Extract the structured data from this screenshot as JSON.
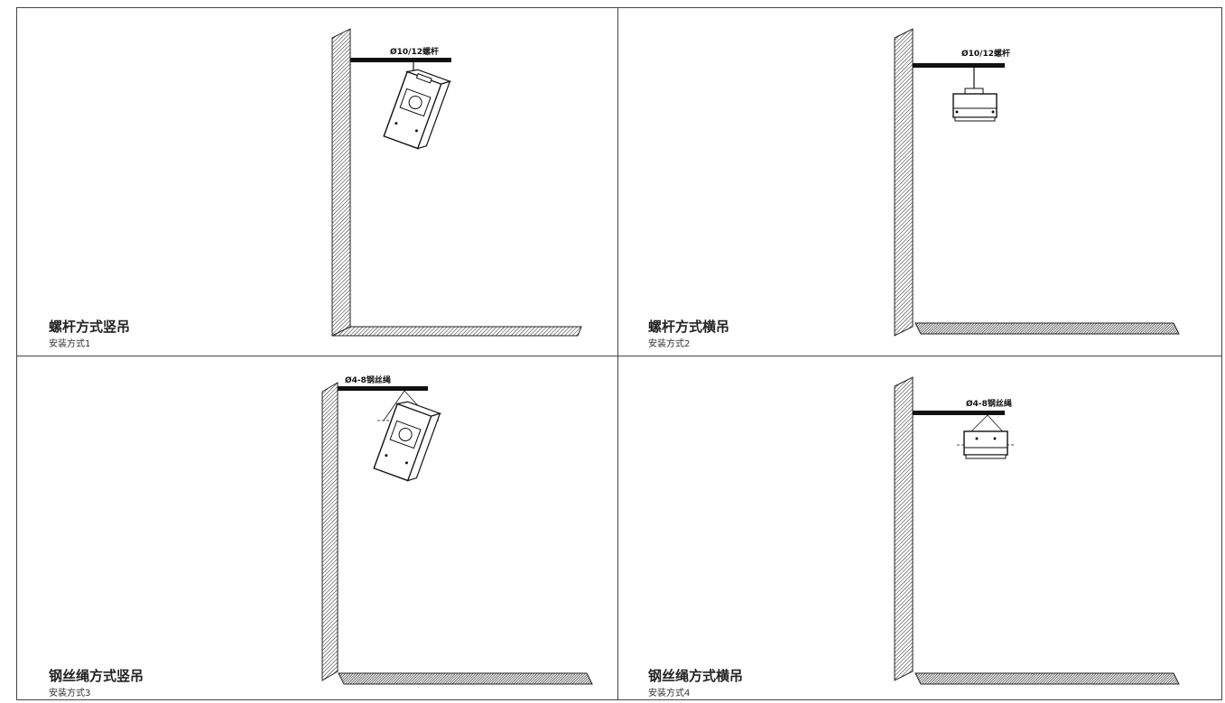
{
  "panels": [
    {
      "title": "螺杆方式竖吊",
      "subtitle": "安装方式1",
      "dimension_label": "Ø10/12螺杆"
    },
    {
      "title": "螺杆方式横吊",
      "subtitle": "安装方式2",
      "dimension_label": "Ø10/12螺杆"
    },
    {
      "title": "钢丝绳方式竖吊",
      "subtitle": "安装方式3",
      "dimension_label": "Ø4-8钢丝绳"
    },
    {
      "title": "钢丝绳方式横吊",
      "subtitle": "安装方式4",
      "dimension_label": "Ø4-8钢丝绳"
    }
  ]
}
